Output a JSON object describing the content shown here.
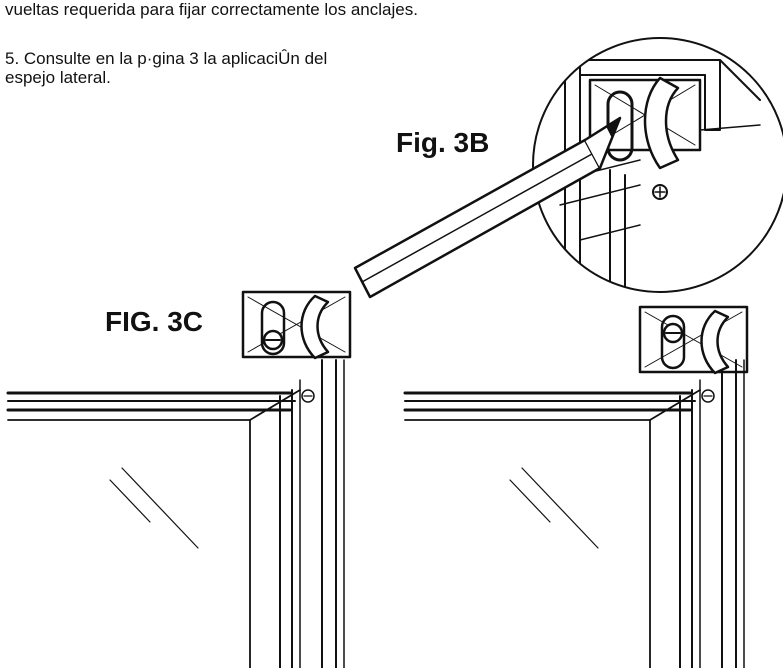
{
  "text": {
    "line1": "vueltas requerida para fijar correctamente los anclajes.",
    "step5_line1": "5. Consulte en la p·gina 3 la aplicaciÛn del",
    "step5_line2": "espejo lateral."
  },
  "figures": {
    "fig_3b": "Fig. 3B",
    "fig_3c": "FIG. 3C"
  },
  "colors": {
    "ink": "#111111",
    "paper": "#ffffff"
  }
}
